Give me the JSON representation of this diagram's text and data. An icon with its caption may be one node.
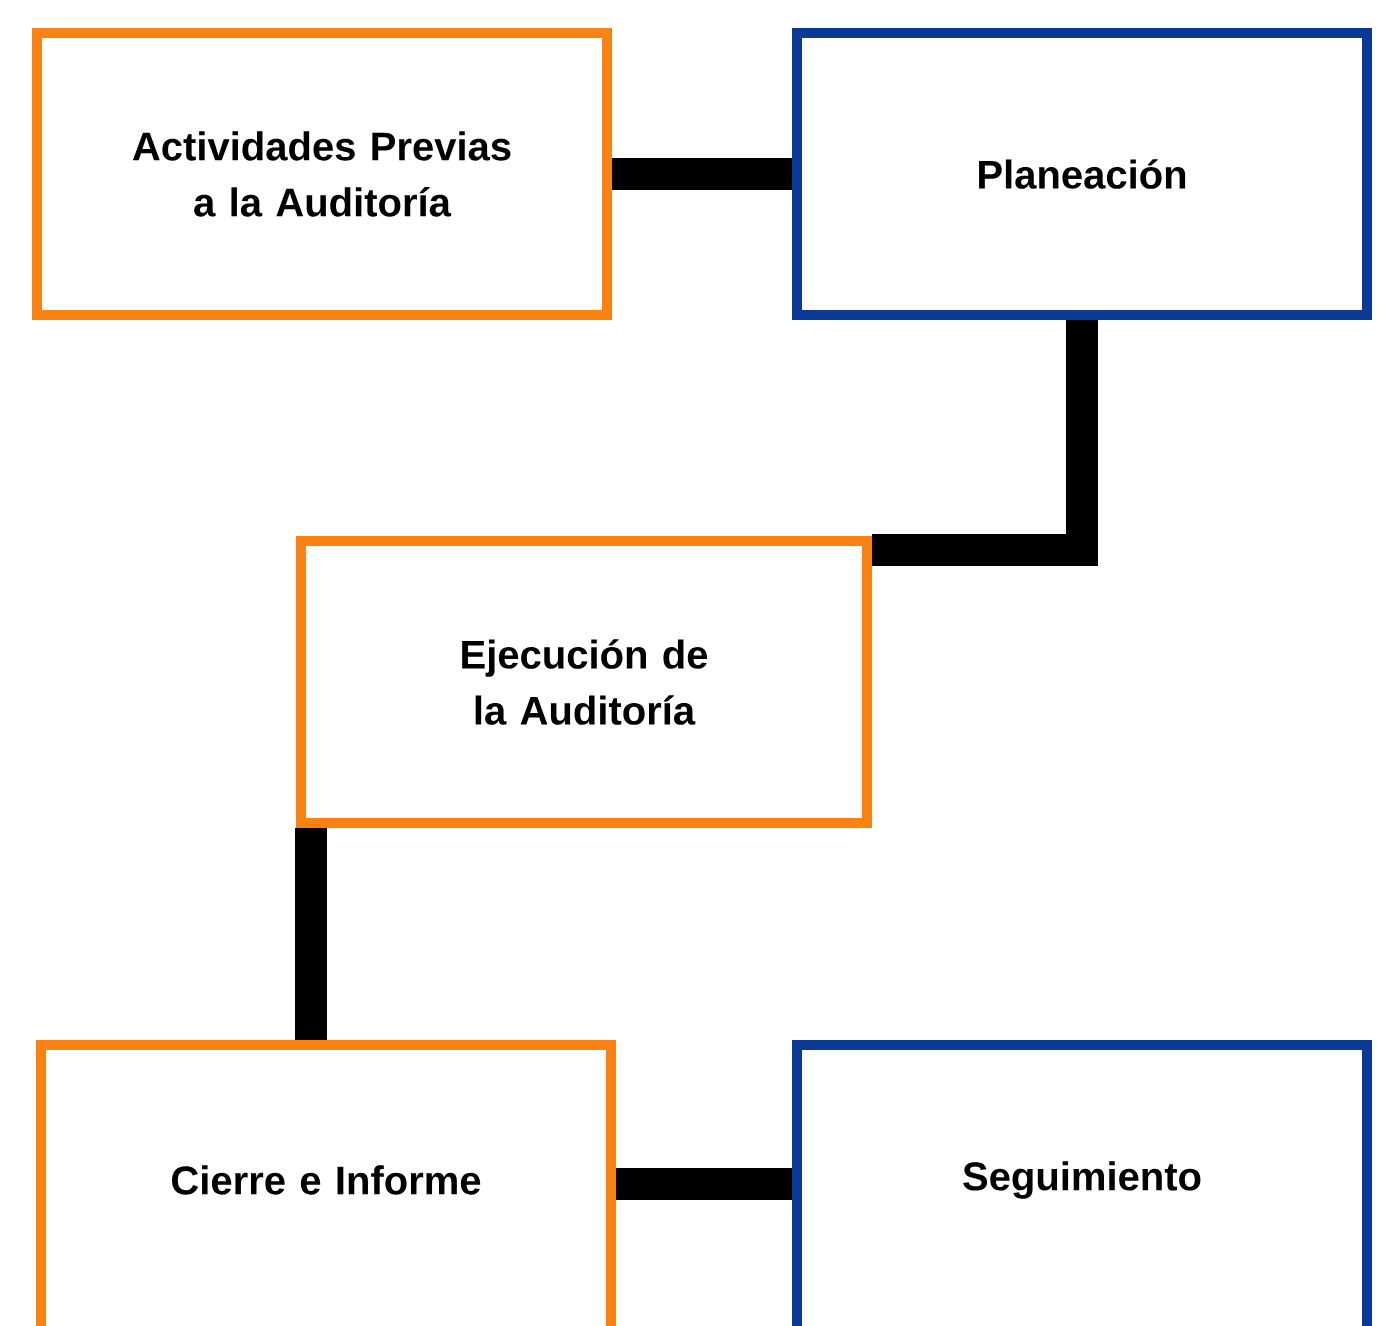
{
  "diagram": {
    "nodes": [
      {
        "text": [
          "Actividades Previas a la Auditoría"
        ]
      },
      {
        "text": [
          "Planeación"
        ]
      },
      {
        "text": [
          "Ejecución de la Auditoría"
        ]
      },
      {
        "text": [
          "Cierre e Informe"
        ]
      },
      {
        "text": [
          "Seguimiento"
        ]
      }
    ],
    "edges": [
      {
        "from": 0,
        "to": 1,
        "arrow": "none"
      },
      {
        "from": 1,
        "to": 2,
        "arrow": "none"
      },
      {
        "from": 2,
        "to": 3,
        "arrow": "none"
      },
      {
        "from": 3,
        "to": 4,
        "arrow": "none"
      }
    ]
  }
}
